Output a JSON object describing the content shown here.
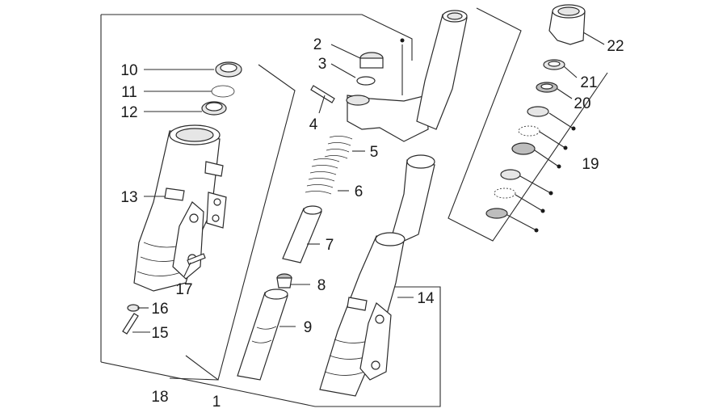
{
  "callouts": [
    {
      "id": "2",
      "text": "2"
    },
    {
      "id": "3",
      "text": "3"
    },
    {
      "id": "4",
      "text": "4"
    },
    {
      "id": "5",
      "text": "5"
    },
    {
      "id": "6",
      "text": "6"
    },
    {
      "id": "7",
      "text": "7"
    },
    {
      "id": "8",
      "text": "8"
    },
    {
      "id": "9",
      "text": "9"
    },
    {
      "id": "10",
      "text": "10"
    },
    {
      "id": "11",
      "text": "11"
    },
    {
      "id": "12",
      "text": "12"
    },
    {
      "id": "13",
      "text": "13"
    },
    {
      "id": "14",
      "text": "14"
    },
    {
      "id": "15",
      "text": "15"
    },
    {
      "id": "16",
      "text": "16"
    },
    {
      "id": "17",
      "text": "17"
    },
    {
      "id": "18",
      "text": "18"
    },
    {
      "id": "1",
      "text": "1"
    },
    {
      "id": "19",
      "text": "19"
    },
    {
      "id": "20",
      "text": "20"
    },
    {
      "id": "21",
      "text": "21"
    },
    {
      "id": "22",
      "text": "22"
    }
  ]
}
